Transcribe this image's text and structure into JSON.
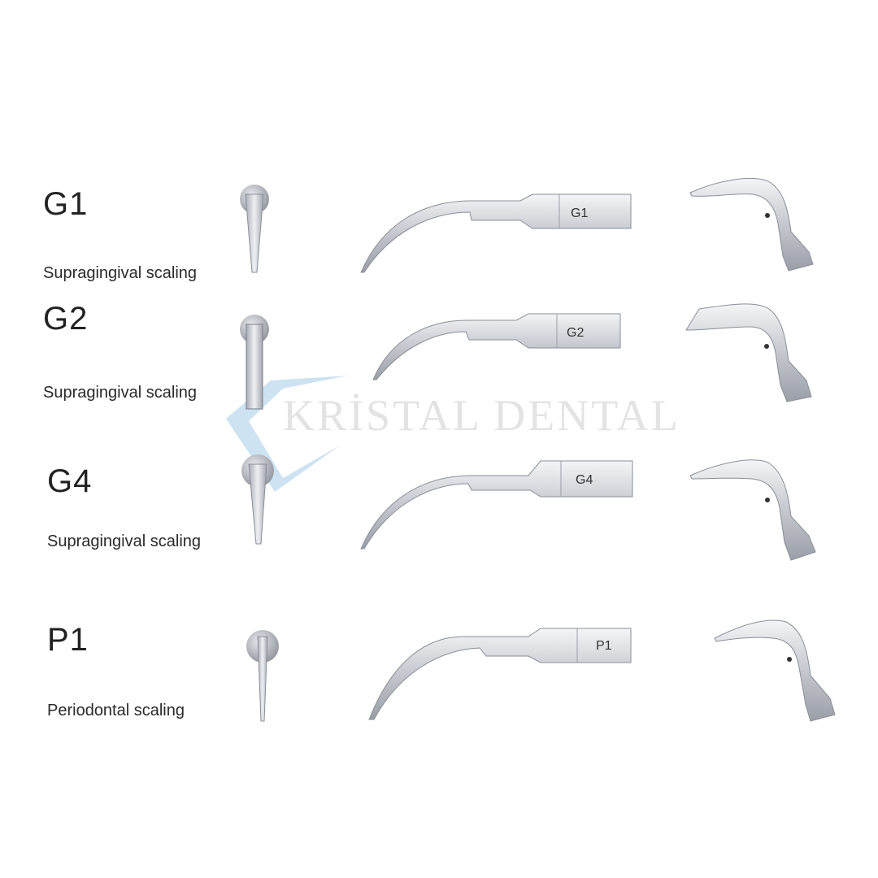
{
  "watermark": {
    "text": "KRİSTAL DENTAL",
    "logo_color": "#bcd9ee"
  },
  "colors": {
    "steel_light": "#e6e8ec",
    "steel_mid": "#b8bcc4",
    "steel_dark": "#8a8f98",
    "text": "#222222"
  },
  "tips": [
    {
      "code": "G1",
      "description": "Supragingival scaling",
      "engraving": "G1"
    },
    {
      "code": "G2",
      "description": "Supragingival scaling",
      "engraving": "G2"
    },
    {
      "code": "G4",
      "description": "Supragingival scaling",
      "engraving": "G4"
    },
    {
      "code": "P1",
      "description": "Periodontal scaling",
      "engraving": "P1"
    }
  ]
}
